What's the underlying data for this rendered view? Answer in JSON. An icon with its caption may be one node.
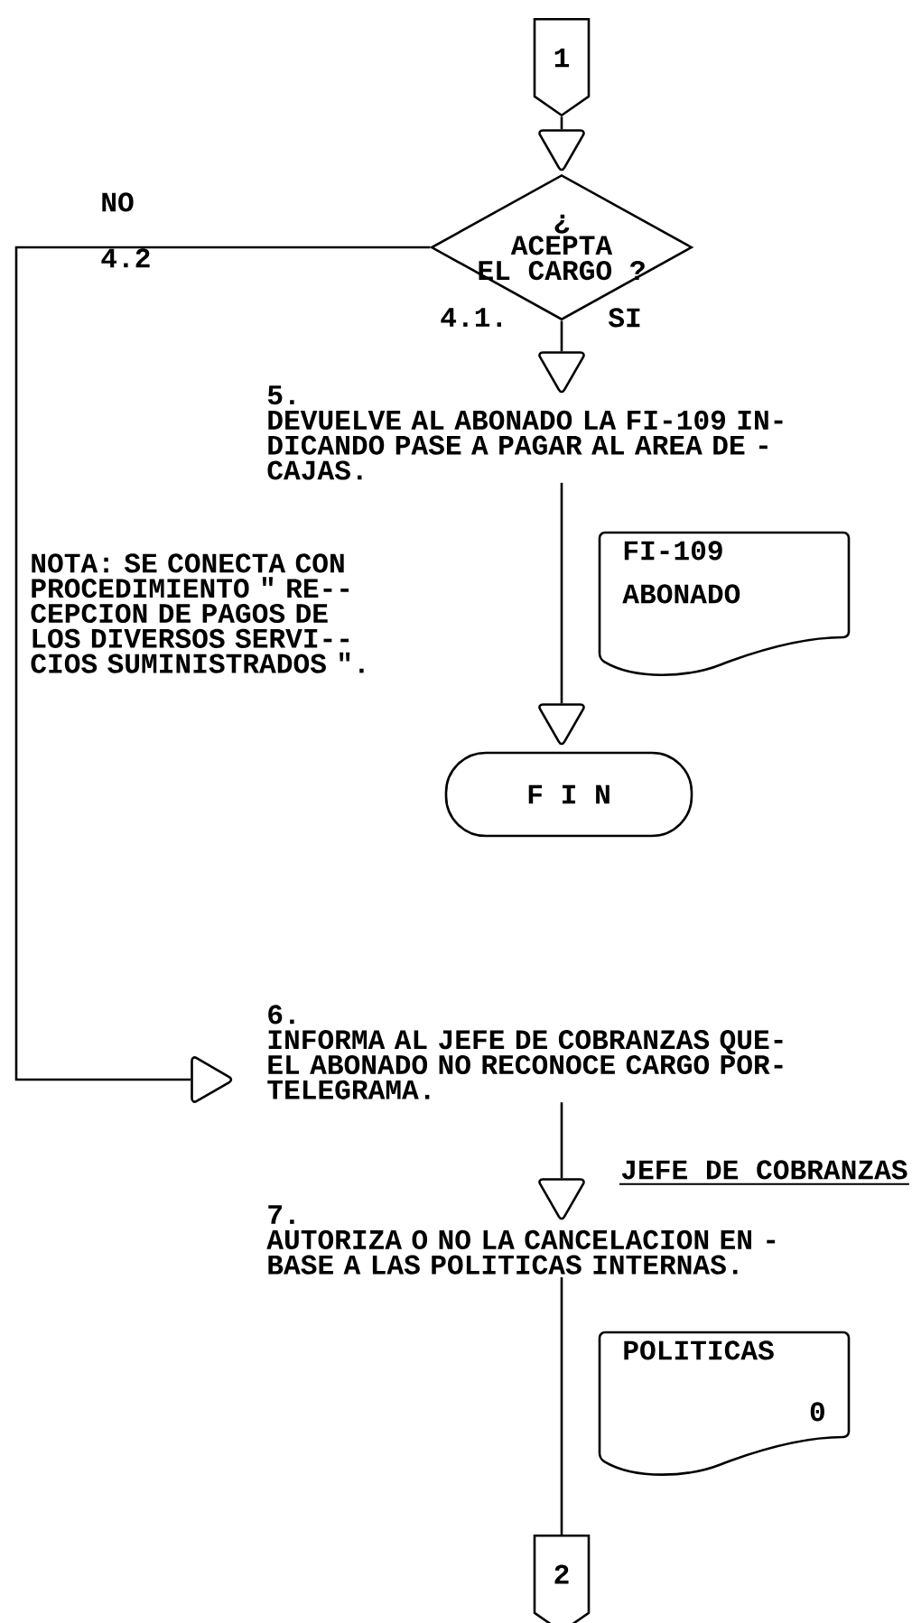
{
  "diagram": {
    "nodes": [
      {
        "text": [
          "1"
        ]
      },
      {
        "text": [],
        "shape": "triangle"
      },
      {
        "text": [
          "¿ ACEPTA EL CARGO ?"
        ]
      },
      {
        "text": [],
        "shape": "triangle"
      },
      {
        "text": [
          "5.",
          "DEVUELVE AL ABONADO LA FI-109 IN- DICANDO PASE A PAGAR AL AREA DE - CAJAS."
        ]
      },
      {
        "text": [
          "FI-109",
          "ABONADO"
        ]
      },
      {
        "text": [],
        "shape": "triangle"
      },
      {
        "text": [
          "F I N"
        ]
      },
      {
        "text": [],
        "shape": "triangle"
      },
      {
        "text": [
          "6.",
          "INFORMA AL JEFE DE COBRANZAS QUE- EL ABONADO NO RECONOCE CARGO POR- TELEGRAMA."
        ]
      },
      {
        "text": [],
        "shape": "triangle"
      },
      {
        "text": [
          "7.",
          "AUTORIZA O NO LA CANCELACION EN - BASE A LAS POLITICAS INTERNAS."
        ]
      },
      {
        "text": [
          "POLITICAS",
          "0"
        ]
      },
      {
        "text": [
          "2"
        ]
      }
    ],
    "edges": [
      {
        "from": 0,
        "to": 1,
        "arrow": "none"
      },
      {
        "from": 2,
        "to": 3,
        "arrow": "none"
      },
      {
        "from": 4,
        "to": 6,
        "arrow": "none"
      },
      {
        "from": 2,
        "to": 8,
        "arrow": "none"
      },
      {
        "from": 9,
        "to": 10,
        "arrow": "none"
      },
      {
        "from": 11,
        "to": 13,
        "arrow": "none"
      }
    ],
    "labels": [
      "NO",
      "4.2",
      "4.1.",
      "SI",
      "NOTA: SE CONECTA CON PROCEDIMIENTO \" RE-- CEPCION DE PAGOS DE LOS DIVERSOS SERVI-- CIOS SUMINISTRADOS \".",
      "JEFE DE COBRANZAS"
    ]
  }
}
